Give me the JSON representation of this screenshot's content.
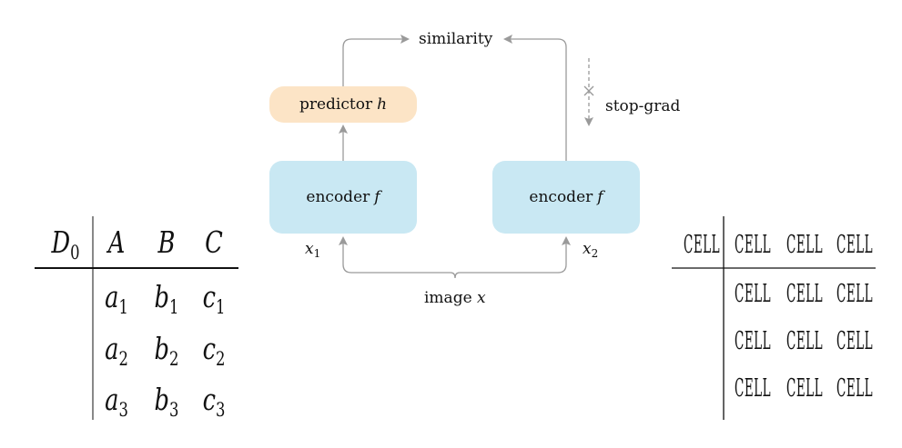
{
  "left_table": {
    "headers": [
      "D0",
      "A",
      "B",
      "C"
    ],
    "header_subscripts": [
      "0",
      "",
      "",
      ""
    ],
    "rows": [
      [
        {
          "base": "a",
          "sub": "1"
        },
        {
          "base": "b",
          "sub": "1"
        },
        {
          "base": "c",
          "sub": "1"
        }
      ],
      [
        {
          "base": "a",
          "sub": "2"
        },
        {
          "base": "b",
          "sub": "2"
        },
        {
          "base": "c",
          "sub": "2"
        }
      ],
      [
        {
          "base": "a",
          "sub": "3"
        },
        {
          "base": "b",
          "sub": "3"
        },
        {
          "base": "c",
          "sub": "3"
        }
      ]
    ]
  },
  "diagram": {
    "similarity_label": "similarity",
    "predictor": {
      "text": "predictor",
      "symbol": "h"
    },
    "stop_grad_label": "stop-grad",
    "encoder_left": {
      "text": "encoder",
      "symbol": "f"
    },
    "encoder_right": {
      "text": "encoder",
      "symbol": "f"
    },
    "x1": {
      "base": "x",
      "sub": "1"
    },
    "x2": {
      "base": "x",
      "sub": "2"
    },
    "image_label": {
      "text": "image",
      "symbol": "x"
    },
    "line_color": "#9a9a9a",
    "encoder_color": "#c9e8f3",
    "predictor_color": "#fce4c6"
  },
  "right_table": {
    "header": [
      "CELL",
      "CELL",
      "CELL",
      "CELL"
    ],
    "rows": [
      [
        "CELL",
        "CELL",
        "CELL"
      ],
      [
        "CELL",
        "CELL",
        "CELL"
      ],
      [
        "CELL",
        "CELL",
        "CELL"
      ]
    ]
  }
}
